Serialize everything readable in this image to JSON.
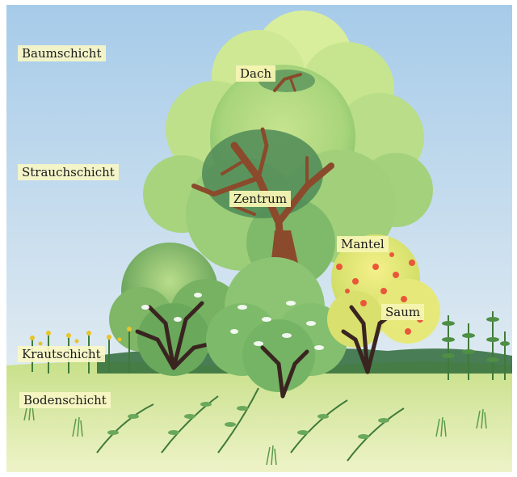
{
  "diagram": {
    "layer_labels": {
      "tree_layer": "Baumschicht",
      "shrub_layer": "Strauchschicht",
      "herb_layer": "Krautschicht",
      "ground_layer": "Bodenschicht"
    },
    "hedge_parts": {
      "roof": "Dach",
      "center": "Zentrum",
      "mantle": "Mantel",
      "seam": "Saum"
    }
  },
  "colors": {
    "sky_top": "#a6cbe9",
    "sky_bottom": "#edf4f7",
    "foliage_light": "#d6ec9b",
    "foliage_mid": "#a9d47a",
    "foliage_dark": "#5c9a52",
    "trunk": "#8a4a2b",
    "flowers": "#e9573a",
    "label_background": "#f6f4b2"
  }
}
